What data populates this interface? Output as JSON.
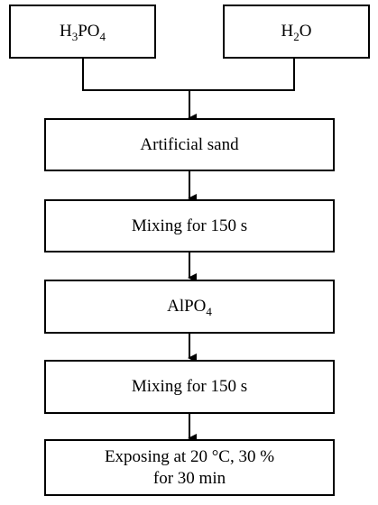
{
  "inputs": [
    {
      "main": "H",
      "sub1": "3",
      "mid": "PO",
      "sub2": "4"
    },
    {
      "main": "H",
      "sub1": "2",
      "mid": "O",
      "sub2": ""
    }
  ],
  "steps": [
    {
      "line1": "Artificial sand",
      "line2": ""
    },
    {
      "line1": "Mixing for 150 s",
      "line2": ""
    },
    {
      "line1": "AlPO",
      "sub": "4",
      "line2": ""
    },
    {
      "line1": "Mixing for 150 s",
      "line2": ""
    },
    {
      "line1": "Exposing at 20 °C, 30 %",
      "line2": "for 30 min"
    }
  ],
  "colors": {
    "line": "#000000",
    "box_fill": "#ffffff"
  }
}
